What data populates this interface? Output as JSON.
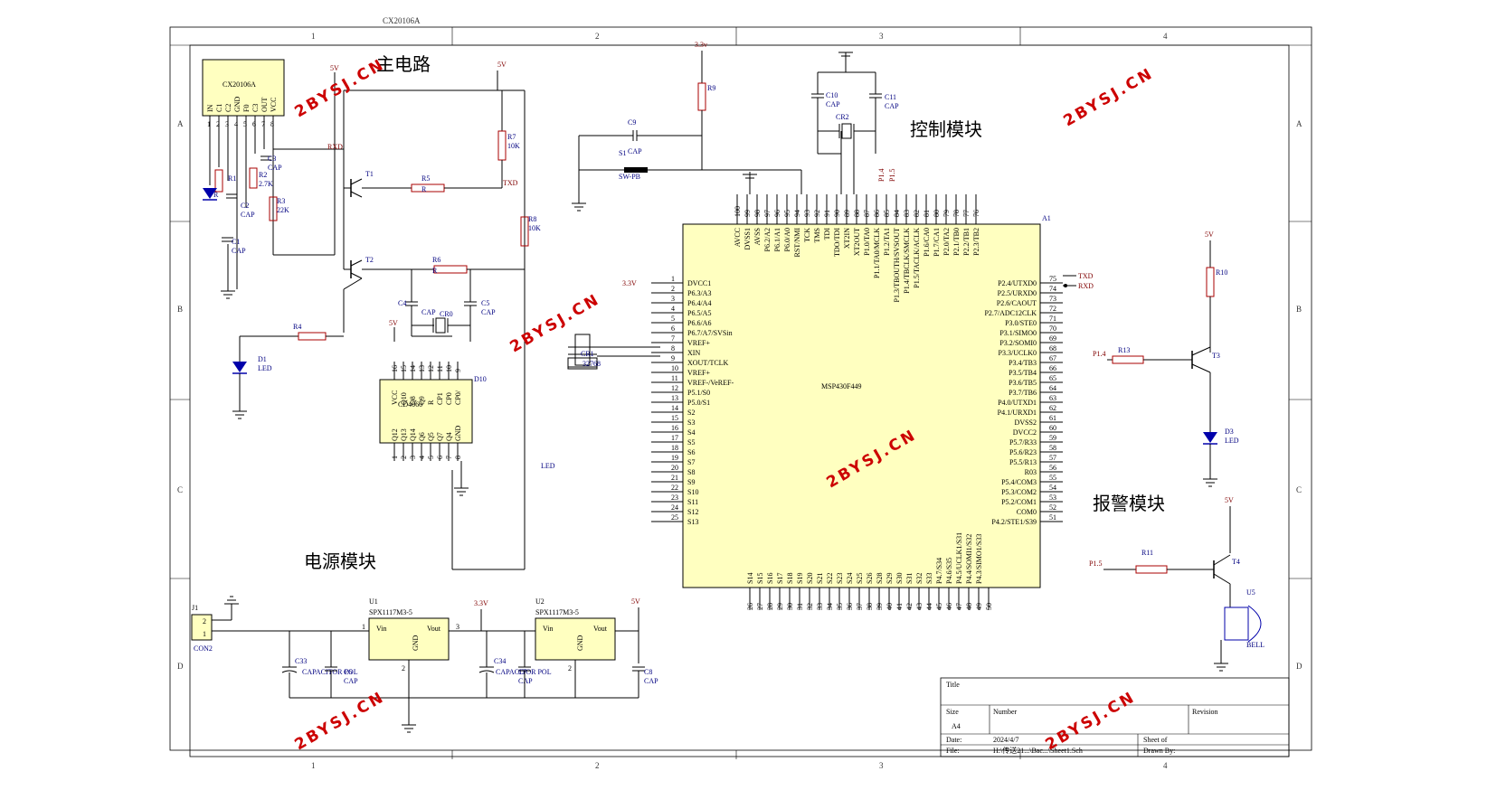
{
  "header": {
    "top_label": "CX20106A"
  },
  "grid": {
    "cols": [
      "1",
      "2",
      "3",
      "4"
    ],
    "rows": [
      "A",
      "B",
      "C",
      "D"
    ]
  },
  "sections": {
    "main_circuit": "主电路",
    "control_module": "控制模块",
    "alarm_module": "报警模块",
    "power_module": "电源模块"
  },
  "watermark": "2BYSJ.CN",
  "receiver": {
    "chip": "CX20106A",
    "pins": [
      "IN",
      "C1",
      "C2",
      "GND",
      "F0",
      "C3",
      "OUT",
      "VCC"
    ],
    "pin_numbers": [
      "1",
      "2",
      "3",
      "4",
      "5",
      "6",
      "7",
      "8"
    ],
    "parts": {
      "c1": "C1",
      "c1_val": "CAP",
      "c2": "C2",
      "c2_val": "CAP",
      "c3": "C3",
      "c3_val": "CAP",
      "r1": "R1",
      "r1_val": "R",
      "r2": "R2",
      "r2_val": "2.7K",
      "r3": "R3",
      "r3_val": "22K"
    },
    "supply": "5V",
    "rxd": "RXD"
  },
  "main_circuit": {
    "supply": "5V",
    "t1": "T1",
    "t2": "T2",
    "r4": "R4",
    "r5": "R5",
    "r5_val": "R",
    "r6": "R6",
    "r6_val": "R",
    "r7": "R7",
    "r7_val": "10K",
    "r8": "R8",
    "r8_val": "10K",
    "c4": "C4",
    "c4_val": "CAP",
    "c5": "C5",
    "c5_val": "CAP",
    "cr0": "CR0",
    "d1": "D1",
    "d1_val": "LED",
    "txd": "TXD",
    "counter": {
      "name": "CD4060",
      "ref": "D10",
      "supply": "5V",
      "top_pins": [
        "16",
        "15",
        "14",
        "13",
        "12",
        "11",
        "10",
        "9"
      ],
      "bottom_pins": [
        "1",
        "2",
        "3",
        "4",
        "5",
        "6",
        "7",
        "8"
      ],
      "inner_top": [
        "VCC",
        "Q10",
        "Q8",
        "Q9",
        "R",
        "CP1",
        "CP0",
        "CP0/"
      ],
      "inner_bottom": [
        "Q12",
        "Q13",
        "Q14",
        "Q6",
        "Q5",
        "Q7",
        "Q4",
        "GND"
      ]
    },
    "led_label": "LED"
  },
  "mcu": {
    "name": "MSP430F449",
    "ref": "A1",
    "supply": "3.3v",
    "left_supply": "3.3V",
    "c9": "C9",
    "c9_val": "CAP",
    "s1": "S1",
    "s1_val": "SW-PB",
    "r9": "R9",
    "c10": "C10",
    "c10_val": "CAP",
    "c11": "C11",
    "c11_val": "CAP",
    "cr2": "CR2",
    "cr1": "CR1",
    "cr1_val": "32768",
    "p14": "P1.4",
    "p15": "P1.5",
    "left_pins": [
      {
        "n": "1",
        "s": "DVCC1"
      },
      {
        "n": "2",
        "s": "P6.3/A3"
      },
      {
        "n": "3",
        "s": "P6.4/A4"
      },
      {
        "n": "4",
        "s": "P6.5/A5"
      },
      {
        "n": "5",
        "s": "P6.6/A6"
      },
      {
        "n": "6",
        "s": "P6.7/A7/SVSin"
      },
      {
        "n": "7",
        "s": "VREF+"
      },
      {
        "n": "8",
        "s": "XIN"
      },
      {
        "n": "9",
        "s": "XOUT/TCLK"
      },
      {
        "n": "10",
        "s": "VREF+"
      },
      {
        "n": "11",
        "s": "VREF-/VeREF-"
      },
      {
        "n": "12",
        "s": "P5.1/S0"
      },
      {
        "n": "13",
        "s": "P5.0/S1"
      },
      {
        "n": "14",
        "s": "S2"
      },
      {
        "n": "15",
        "s": "S3"
      },
      {
        "n": "16",
        "s": "S4"
      },
      {
        "n": "17",
        "s": "S5"
      },
      {
        "n": "18",
        "s": "S6"
      },
      {
        "n": "19",
        "s": "S7"
      },
      {
        "n": "20",
        "s": "S8"
      },
      {
        "n": "21",
        "s": "S9"
      },
      {
        "n": "22",
        "s": "S10"
      },
      {
        "n": "23",
        "s": "S11"
      },
      {
        "n": "24",
        "s": "S12"
      },
      {
        "n": "25",
        "s": "S13"
      }
    ],
    "right_pins": [
      {
        "n": "75",
        "s": "P2.4/UTXD0"
      },
      {
        "n": "74",
        "s": "P2.5/URXD0"
      },
      {
        "n": "73",
        "s": "P2.6/CAOUT"
      },
      {
        "n": "72",
        "s": "P2.7/ADC12CLK"
      },
      {
        "n": "71",
        "s": "P3.0/STE0"
      },
      {
        "n": "70",
        "s": "P3.1/SIMO0"
      },
      {
        "n": "69",
        "s": "P3.2/SOMI0"
      },
      {
        "n": "68",
        "s": "P3.3/UCLK0"
      },
      {
        "n": "67",
        "s": "P3.4/TB3"
      },
      {
        "n": "66",
        "s": "P3.5/TB4"
      },
      {
        "n": "65",
        "s": "P3.6/TB5"
      },
      {
        "n": "64",
        "s": "P3.7/TB6"
      },
      {
        "n": "63",
        "s": "P4.0/UTXD1"
      },
      {
        "n": "62",
        "s": "P4.1/URXD1"
      },
      {
        "n": "61",
        "s": "DVSS2"
      },
      {
        "n": "60",
        "s": "DVCC2"
      },
      {
        "n": "59",
        "s": "P5.7/R33"
      },
      {
        "n": "58",
        "s": "P5.6/R23"
      },
      {
        "n": "57",
        "s": "P5.5/R13"
      },
      {
        "n": "56",
        "s": "R03"
      },
      {
        "n": "55",
        "s": "P5.4/COM3"
      },
      {
        "n": "54",
        "s": "P5.3/COM2"
      },
      {
        "n": "53",
        "s": "P5.2/COM1"
      },
      {
        "n": "52",
        "s": "COM0"
      },
      {
        "n": "51",
        "s": "P4.2/STE1/S39"
      }
    ],
    "top_pins": [
      {
        "n": "100",
        "s": "AVCC"
      },
      {
        "n": "99",
        "s": "DVSS1"
      },
      {
        "n": "98",
        "s": "AVSS"
      },
      {
        "n": "97",
        "s": "P6.2/A2"
      },
      {
        "n": "96",
        "s": "P6.1/A1"
      },
      {
        "n": "95",
        "s": "P6.0/A0"
      },
      {
        "n": "94",
        "s": "RST/NMI"
      },
      {
        "n": "93",
        "s": "TCK"
      },
      {
        "n": "92",
        "s": "TMS"
      },
      {
        "n": "91",
        "s": "TDI"
      },
      {
        "n": "90",
        "s": "TDO/TDI"
      },
      {
        "n": "89",
        "s": "XT2IN"
      },
      {
        "n": "88",
        "s": "XT2OUT"
      },
      {
        "n": "87",
        "s": "P1.0/TA0"
      },
      {
        "n": "86",
        "s": "P1.1/TA0/MCLK"
      },
      {
        "n": "85",
        "s": "P1.2/TA1"
      },
      {
        "n": "84",
        "s": "P1.3/TBOUTH/SVSOUT"
      },
      {
        "n": "83",
        "s": "P1.4/TBCLK/SMCLK"
      },
      {
        "n": "82",
        "s": "P1.5/TACLK/ACLK"
      },
      {
        "n": "81",
        "s": "P1.6/CA0"
      },
      {
        "n": "80",
        "s": "P1.7/CA1"
      },
      {
        "n": "79",
        "s": "P2.0/TA2"
      },
      {
        "n": "78",
        "s": "P2.1/TB0"
      },
      {
        "n": "77",
        "s": "P2.2/TB1"
      },
      {
        "n": "76",
        "s": "P2.3/TB2"
      }
    ],
    "bottom_pins": [
      {
        "n": "26",
        "s": "S14"
      },
      {
        "n": "27",
        "s": "S15"
      },
      {
        "n": "28",
        "s": "S16"
      },
      {
        "n": "29",
        "s": "S17"
      },
      {
        "n": "30",
        "s": "S18"
      },
      {
        "n": "31",
        "s": "S19"
      },
      {
        "n": "32",
        "s": "S20"
      },
      {
        "n": "33",
        "s": "S21"
      },
      {
        "n": "34",
        "s": "S22"
      },
      {
        "n": "35",
        "s": "S23"
      },
      {
        "n": "36",
        "s": "S24"
      },
      {
        "n": "37",
        "s": "S25"
      },
      {
        "n": "38",
        "s": "S26"
      },
      {
        "n": "39",
        "s": "S28"
      },
      {
        "n": "40",
        "s": "S29"
      },
      {
        "n": "41",
        "s": "S30"
      },
      {
        "n": "42",
        "s": "S31"
      },
      {
        "n": "43",
        "s": "S32"
      },
      {
        "n": "44",
        "s": "S33"
      },
      {
        "n": "45",
        "s": "P4.7/S34"
      },
      {
        "n": "46",
        "s": "P4.6/S35"
      },
      {
        "n": "47",
        "s": "P4.5/UCLK1/S31"
      },
      {
        "n": "48",
        "s": "P4.4/SOMI1/S32"
      },
      {
        "n": "49",
        "s": "P4.3/SIMO1/S33"
      },
      {
        "n": "50",
        "s": ""
      }
    ],
    "txd": "TXD",
    "rxd": "RXD"
  },
  "alarm": {
    "supply1": "5V",
    "supply2": "5V",
    "r10": "R10",
    "r13": "R13",
    "r11": "R11",
    "t3": "T3",
    "t4": "T4",
    "d3": "D3",
    "d3_val": "LED",
    "u5": "U5",
    "bell": "BELL",
    "p14": "P1.4",
    "p15": "P1.5"
  },
  "power": {
    "j1": "J1",
    "j1_pins": [
      "2",
      "1"
    ],
    "con": "CON2",
    "u1": "U1",
    "u1_part": "SPX1117M3-5",
    "u2": "U2",
    "u2_part": "SPX1117M3-5",
    "vin": "Vin",
    "vout": "Vout",
    "gnd": "GND",
    "pin1": "1",
    "pin2": "2",
    "pin3": "3",
    "rail1": "3.3V",
    "rail2": "5V",
    "c33": "C33",
    "c33_val": "CAPACITOR POL",
    "c6": "C6",
    "c6_val": "CAP",
    "c34": "C34",
    "c34_val": "CAPACITOR POL",
    "c7": "C7",
    "c7_val": "CAP",
    "c8": "C8",
    "c8_val": "CAP"
  },
  "title_block": {
    "title": "Title",
    "size": "Size",
    "size_val": "A4",
    "number": "Number",
    "revision": "Revision",
    "date": "Date:",
    "date_val": "2024/4/7",
    "sheet": "Sheet   of",
    "file": "File:",
    "file_val": "H:\\传送21...\\Bac...\\Sheet1.Sch",
    "drawn": "Drawn By:"
  }
}
